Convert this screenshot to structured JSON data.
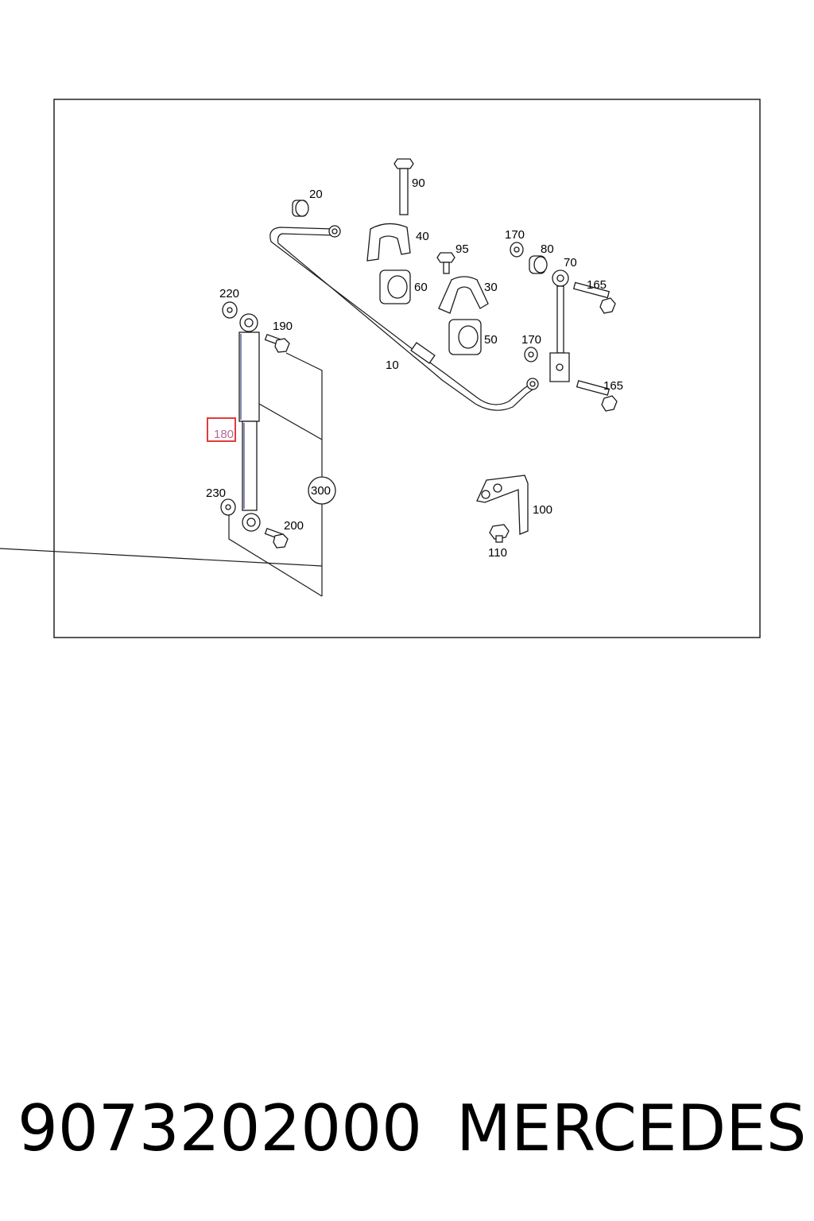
{
  "diagram": {
    "callouts": {
      "c10": "10",
      "c20": "20",
      "c30": "30",
      "c40": "40",
      "c50": "50",
      "c60": "60",
      "c70": "70",
      "c80": "80",
      "c90": "90",
      "c95": "95",
      "c100": "100",
      "c110": "110",
      "c165a": "165",
      "c165b": "165",
      "c170a": "170",
      "c170b": "170",
      "c180": "180",
      "c190": "190",
      "c200": "200",
      "c220": "220",
      "c230": "230",
      "c300": "300"
    },
    "highlight_color": "#e23b3b",
    "line_color": "#1b1b1b"
  },
  "caption": {
    "part_number": "9073202000",
    "brand": "MERCEDES"
  }
}
